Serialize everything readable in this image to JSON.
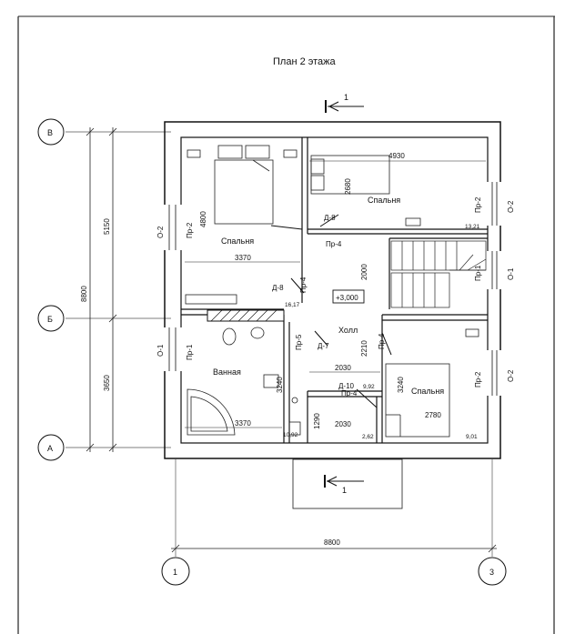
{
  "title": "План 2 этажа",
  "section_mark": "1",
  "axes": {
    "v": [
      "В",
      "Б",
      "А"
    ],
    "h": [
      "1",
      "3"
    ]
  },
  "dimensions": {
    "overall_height": "8800",
    "upper_span": "5150",
    "lower_span": "3650",
    "overall_width": "8800",
    "bed1_width": "3370",
    "bed1_depth": "4800",
    "bed2_width": "4930",
    "bed2_depth": "2680",
    "stair_length": "2000",
    "hall_depth": "2210",
    "hall_width": "2030",
    "closet_width": "2030",
    "closet_depth": "1290",
    "bath_width": "3370",
    "bath_depth": "3240",
    "bed3_depth": "3240",
    "bed3_width": "2780"
  },
  "rooms": {
    "bed1": "Спальня",
    "bed2": "Спальня",
    "bed3": "Спальня",
    "bath": "Ванная",
    "hall": "Холл"
  },
  "areas": {
    "bed1": "16,17",
    "bed2": "13,21",
    "bath": "10,92",
    "closet": "2,62",
    "hall": "9,92",
    "bed3": "9,01"
  },
  "level": "+3,000",
  "doors": [
    "Д-8",
    "Д-8",
    "Д-7",
    "Д-10"
  ],
  "openings": [
    "Пр-4",
    "Пр-4",
    "Пр-4",
    "Пр-4",
    "Пр-5"
  ],
  "windows_left": [
    "Пр-2",
    "Пр-1"
  ],
  "windows_right": [
    "Пр-2",
    "Пр-1",
    "Пр-2"
  ],
  "window_marks_left": [
    "О-2",
    "О-1"
  ],
  "window_marks_right": [
    "О-2",
    "О-1",
    "О-2"
  ]
}
